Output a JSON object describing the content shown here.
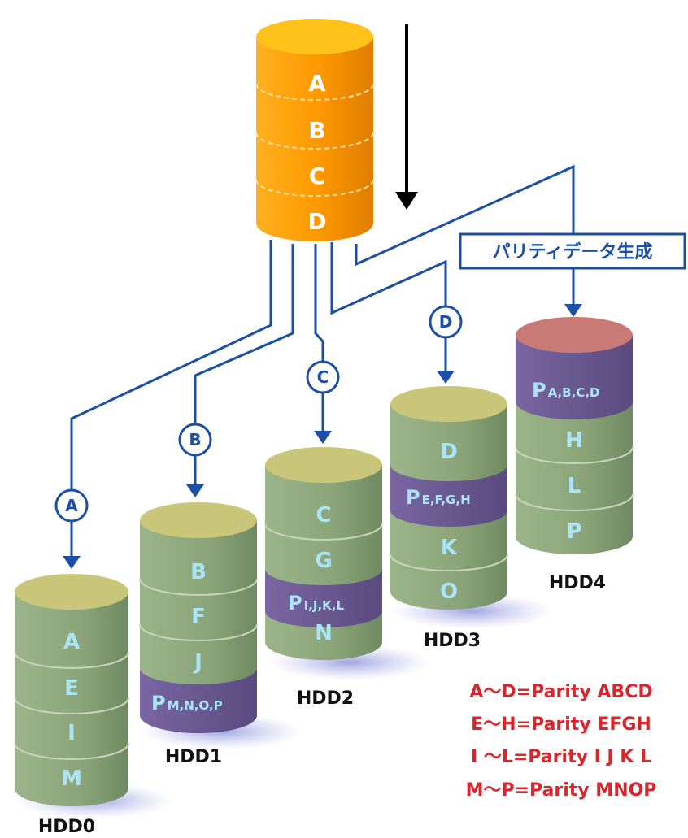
{
  "source": {
    "blocks": [
      "A",
      "B",
      "C",
      "D"
    ]
  },
  "generate_label": "パリティデータ生成",
  "hdds": [
    {
      "label": "HDD0",
      "blocks": [
        "A",
        "E",
        "I",
        "M"
      ]
    },
    {
      "label": "HDD1",
      "blocks": [
        "B",
        "F",
        "J"
      ],
      "parity": {
        "main": "P",
        "sub": "M,N,O,P"
      }
    },
    {
      "label": "HDD2",
      "blocks": [
        "C",
        "G",
        "N"
      ],
      "parity": {
        "main": "P",
        "sub": "I,J,K,L"
      }
    },
    {
      "label": "HDD3",
      "blocks": [
        "D",
        "K",
        "O"
      ],
      "parity": {
        "main": "P",
        "sub": "E,F,G,H"
      }
    },
    {
      "label": "HDD4",
      "blocks": [
        "H",
        "L",
        "P"
      ],
      "parity": {
        "main": "P",
        "sub": "A,B,C,D"
      }
    }
  ],
  "markers": [
    "A",
    "B",
    "C",
    "D"
  ],
  "legend": [
    "A～D=Parity ABCD",
    "E～H=Parity EFGH",
    "I ～L=Parity I J K L",
    "M～P=Parity MNOP"
  ],
  "colors": {
    "source_disk": "#ff9f0a",
    "disk_body": "#8ea77e",
    "disk_top": "#c9c67a",
    "parity_band": "#6d5a94",
    "parity_top": "#c97a76",
    "line": "#1d4fa6",
    "legend_text": "#d9262c"
  }
}
